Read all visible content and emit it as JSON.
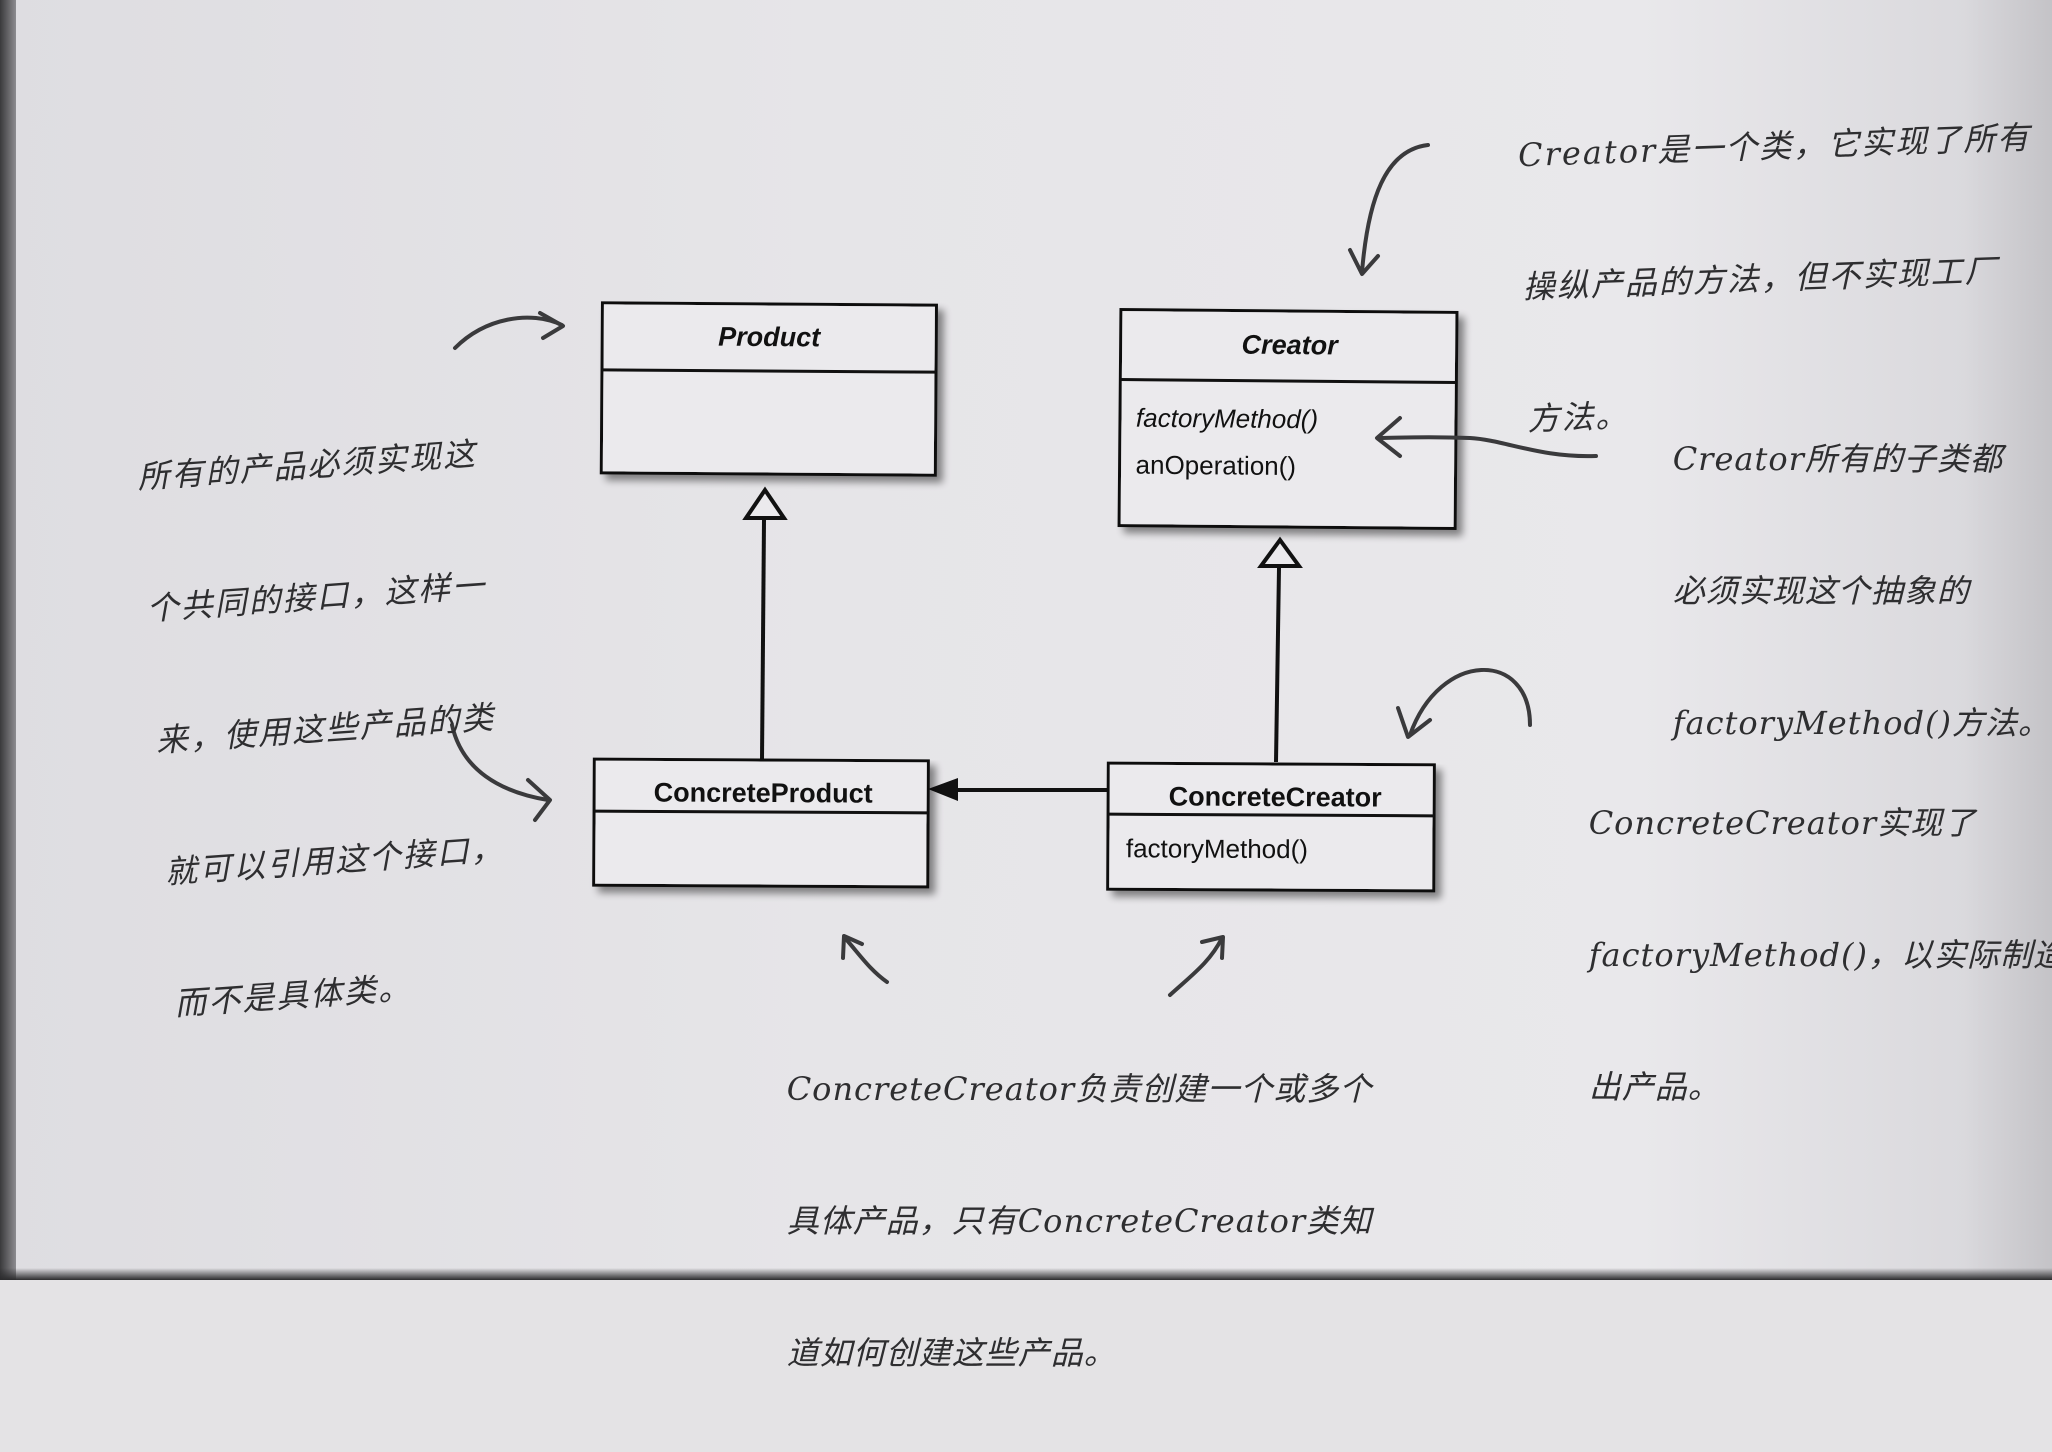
{
  "diagram": {
    "classes": {
      "product": {
        "name": "Product",
        "methods": []
      },
      "creator": {
        "name": "Creator",
        "methods": [
          "factoryMethod()",
          "anOperation()"
        ]
      },
      "concrete_product": {
        "name": "ConcreteProduct",
        "methods": []
      },
      "concrete_creator": {
        "name": "ConcreteCreator",
        "methods": [
          "factoryMethod()"
        ]
      }
    },
    "relations": [
      {
        "type": "inheritance",
        "from": "ConcreteProduct",
        "to": "Product"
      },
      {
        "type": "inheritance",
        "from": "ConcreteCreator",
        "to": "Creator"
      },
      {
        "type": "association",
        "from": "ConcreteCreator",
        "to": "ConcreteProduct"
      }
    ]
  },
  "notes": {
    "creator_note": [
      "Creator是一个类，它实现了所有",
      "操纵产品的方法，但不实现工厂",
      "方法。"
    ],
    "product_note": [
      "所有的产品必须实现这",
      "个共同的接口，这样一",
      "来，使用这些产品的类",
      "就可以引用这个接口，",
      "而不是具体类。"
    ],
    "subclass_note": [
      "Creator所有的子类都",
      "必须实现这个抽象的",
      "factoryMethod()方法。"
    ],
    "concrete_creator_note": [
      "ConcreteCreator实现了",
      "factoryMethod()，以实际制造",
      "出产品。"
    ],
    "bottom_note": [
      "ConcreteCreator负责创建一个或多个",
      "具体产品，只有ConcreteCreator类知",
      "道如何创建这些产品。"
    ]
  }
}
